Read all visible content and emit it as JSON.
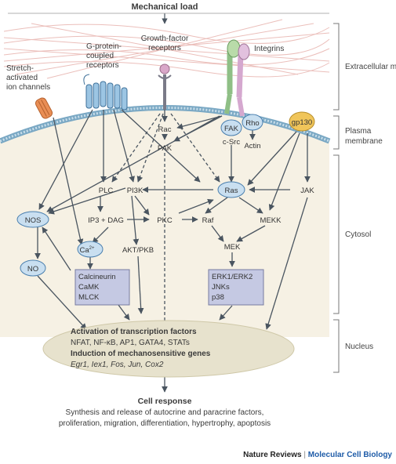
{
  "title": "Mechanical load",
  "regions": {
    "extracellular": "Extracellular matrix",
    "plasma_line1": "Plasma",
    "plasma_line2": "membrane",
    "cytosol": "Cytosol",
    "nucleus": "Nucleus"
  },
  "receptors": {
    "stretch_line1": "Stretch-",
    "stretch_line2": "activated",
    "stretch_line3": "ion channels",
    "gpcr_line1": "G-protein-",
    "gpcr_line2": "coupled",
    "gpcr_line3": "receptors",
    "gf_line1": "Growth-factor",
    "gf_line2": "receptors",
    "integrins": "Integrins"
  },
  "nodes": {
    "fak": "FAK",
    "rho": "Rho",
    "gp130": "gp130",
    "c_src": "c-Src",
    "actin": "Actin",
    "rac": "Rac",
    "pak": "PAK",
    "plc": "PLC",
    "pi3k": "PI3K",
    "ras": "Ras",
    "jak": "JAK",
    "nos": "NOS",
    "ip3_dag": "IP3 + DAG",
    "pkc": "PKC",
    "raf": "Raf",
    "mekk": "MEKK",
    "ca": "Ca",
    "ca_sup": "2+",
    "akt": "AKT/PKB",
    "mek": "MEK",
    "no": "NO",
    "calcineurin_box": [
      "Calcineurin",
      "CaMK",
      "MLCK"
    ],
    "erk_box": [
      "ERK1/ERK2",
      "JNKs",
      "p38"
    ]
  },
  "nucleus_box": {
    "heading1": "Activation of transcription factors",
    "line1": "NFAT, NF-κB, AP1, GATA4, STATs",
    "heading2": "Induction of mechanosensitive genes",
    "line2": "Egr1, Iex1, Fos, Jun, Cox2"
  },
  "response": {
    "heading": "Cell response",
    "line1": "Synthesis and release of autocrine and paracrine factors,",
    "line2": "proliferation, migration, differentiation, hypertrophy, apoptosis"
  },
  "credit": {
    "left": "Nature Reviews",
    "sep": "|",
    "right": "Molecular Cell Biology"
  },
  "colors": {
    "node_fill": "#c9dff0",
    "node_stroke": "#4a7fae",
    "box_fill": "#c5c9e3",
    "nucleus_fill": "#e7e2cd",
    "cytosol_fill": "#f6f1e4",
    "membrane": "#7aa8c4",
    "ecm_fiber": "#e9b8b3",
    "gp130_fill": "#f0c55a",
    "credit_blue": "#1f5ca8"
  }
}
